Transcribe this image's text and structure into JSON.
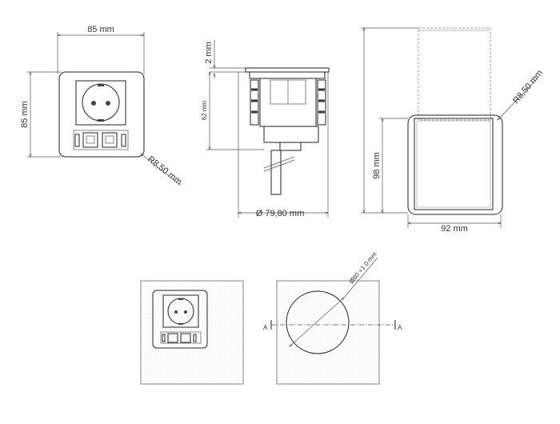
{
  "dimensions": {
    "front_width": "85 mm",
    "front_height": "85 mm",
    "front_radius": "R8,50 mm",
    "side_top_offset": "2 mm",
    "side_height": "62 mm",
    "side_diameter": "Ø 79,80 mm",
    "box_height": "98 mm",
    "box_width": "92 mm",
    "box_radius": "R8,50 mm",
    "cutout_diameter": "Ø80 +1 0 mm"
  },
  "section_labels": {
    "left": "A",
    "right": "A"
  },
  "icons": {
    "socket": "schuko-socket-icon",
    "data_port": "rj45-port-icon",
    "usb_port": "usb-port-icon"
  }
}
